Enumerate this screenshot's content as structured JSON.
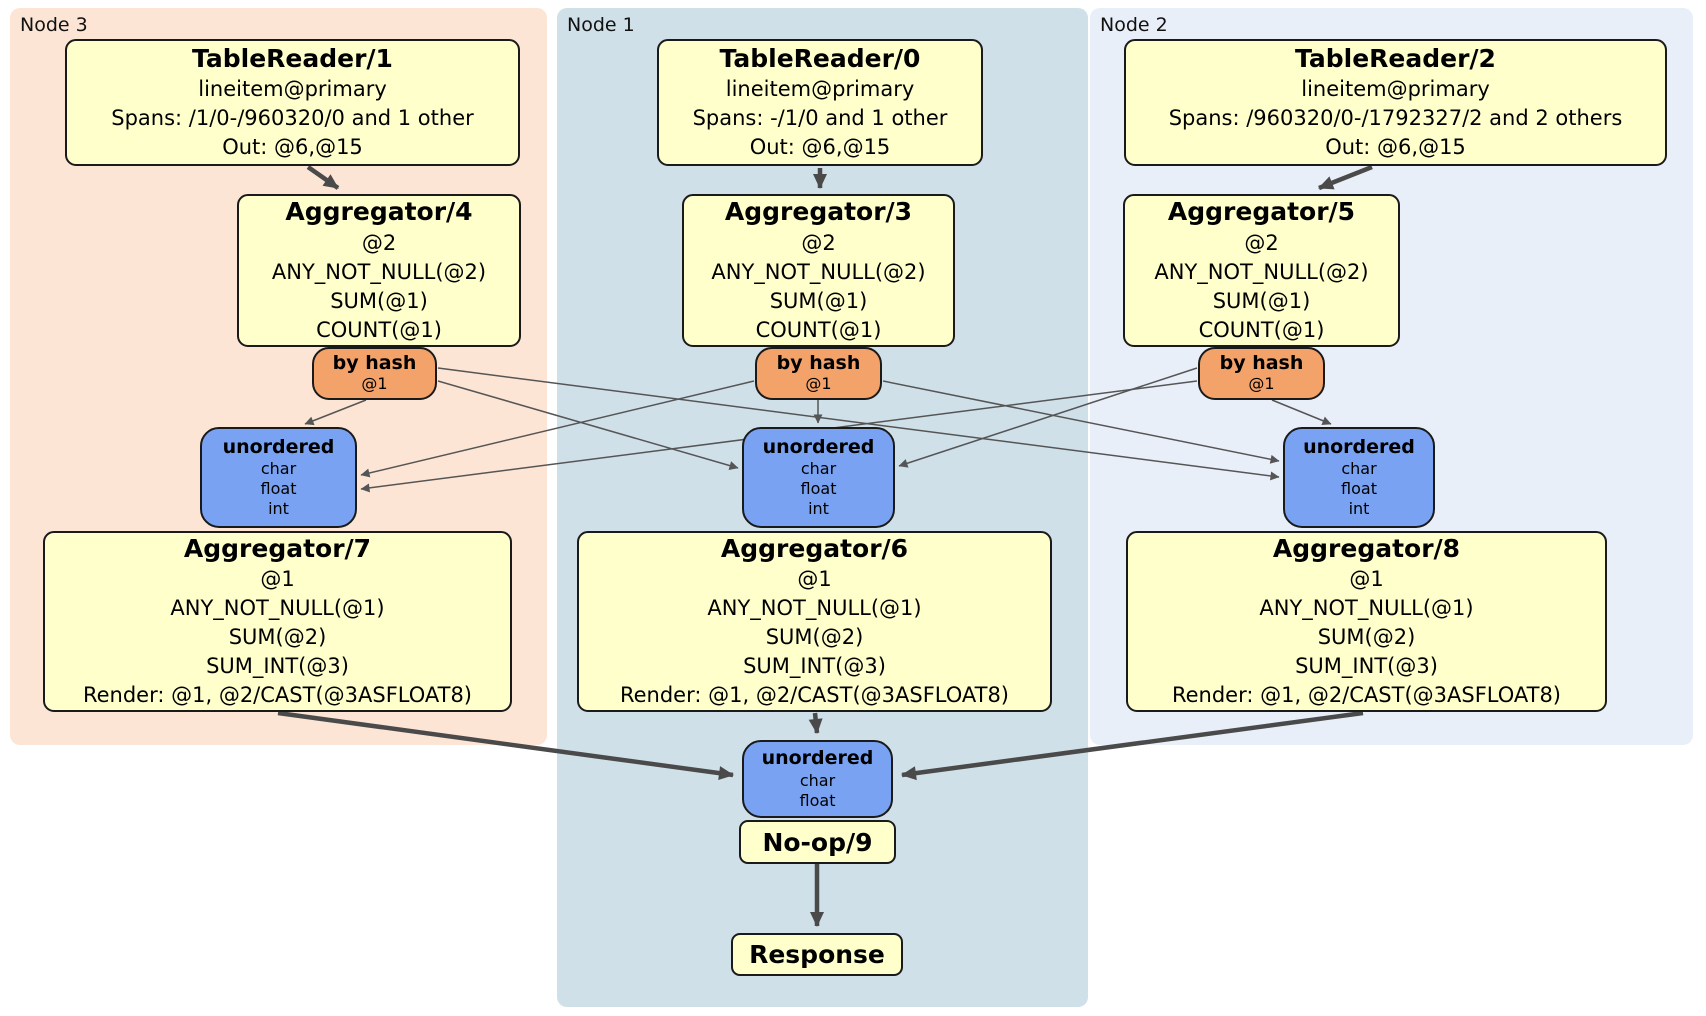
{
  "groups": [
    {
      "id": "node3",
      "label": "Node 3"
    },
    {
      "id": "node1",
      "label": "Node 1"
    },
    {
      "id": "node2",
      "label": "Node 2"
    }
  ],
  "processors": {
    "tablereader1": {
      "title": "TableReader/1",
      "details": [
        "lineitem@primary",
        "Spans: /1/0-/960320/0 and 1 other",
        "Out: @6,@15"
      ]
    },
    "tablereader0": {
      "title": "TableReader/0",
      "details": [
        "lineitem@primary",
        "Spans: -/1/0 and 1 other",
        "Out: @6,@15"
      ]
    },
    "tablereader2": {
      "title": "TableReader/2",
      "details": [
        "lineitem@primary",
        "Spans: /960320/0-/1792327/2 and 2 others",
        "Out: @6,@15"
      ]
    },
    "aggregator4": {
      "title": "Aggregator/4",
      "details": [
        "@2",
        "ANY_NOT_NULL(@2)",
        "SUM(@1)",
        "COUNT(@1)"
      ]
    },
    "aggregator3": {
      "title": "Aggregator/3",
      "details": [
        "@2",
        "ANY_NOT_NULL(@2)",
        "SUM(@1)",
        "COUNT(@1)"
      ]
    },
    "aggregator5": {
      "title": "Aggregator/5",
      "details": [
        "@2",
        "ANY_NOT_NULL(@2)",
        "SUM(@1)",
        "COUNT(@1)"
      ]
    },
    "aggregator7": {
      "title": "Aggregator/7",
      "details": [
        "@1",
        "ANY_NOT_NULL(@1)",
        "SUM(@2)",
        "SUM_INT(@3)",
        "Render: @1, @2/CAST(@3ASFLOAT8)"
      ]
    },
    "aggregator6": {
      "title": "Aggregator/6",
      "details": [
        "@1",
        "ANY_NOT_NULL(@1)",
        "SUM(@2)",
        "SUM_INT(@3)",
        "Render: @1, @2/CAST(@3ASFLOAT8)"
      ]
    },
    "aggregator8": {
      "title": "Aggregator/8",
      "details": [
        "@1",
        "ANY_NOT_NULL(@1)",
        "SUM(@2)",
        "SUM_INT(@3)",
        "Render: @1, @2/CAST(@3ASFLOAT8)"
      ]
    },
    "noop9": {
      "title": "No-op/9"
    },
    "response": {
      "title": "Response"
    }
  },
  "routers": {
    "byhash_node3": {
      "title": "by hash",
      "detail": "@1"
    },
    "byhash_node1": {
      "title": "by hash",
      "detail": "@1"
    },
    "byhash_node2": {
      "title": "by hash",
      "detail": "@1"
    }
  },
  "syncs": {
    "unordered_node3": {
      "title": "unordered",
      "types": [
        "char",
        "float",
        "int"
      ]
    },
    "unordered_node1": {
      "title": "unordered",
      "types": [
        "char",
        "float",
        "int"
      ]
    },
    "unordered_node2": {
      "title": "unordered",
      "types": [
        "char",
        "float",
        "int"
      ]
    },
    "unordered_final": {
      "title": "unordered",
      "types": [
        "char",
        "float"
      ]
    }
  },
  "colors": {
    "node3_bg": "#fce5d5",
    "node1_bg": "#cfe0e9",
    "node2_bg": "#e9eff9",
    "processor_bg": "#ffffcc",
    "router_bg": "#f3a26a",
    "sync_bg": "#79a3f2",
    "edge_thick": "#4a4a4a",
    "edge_thin": "#555555"
  }
}
